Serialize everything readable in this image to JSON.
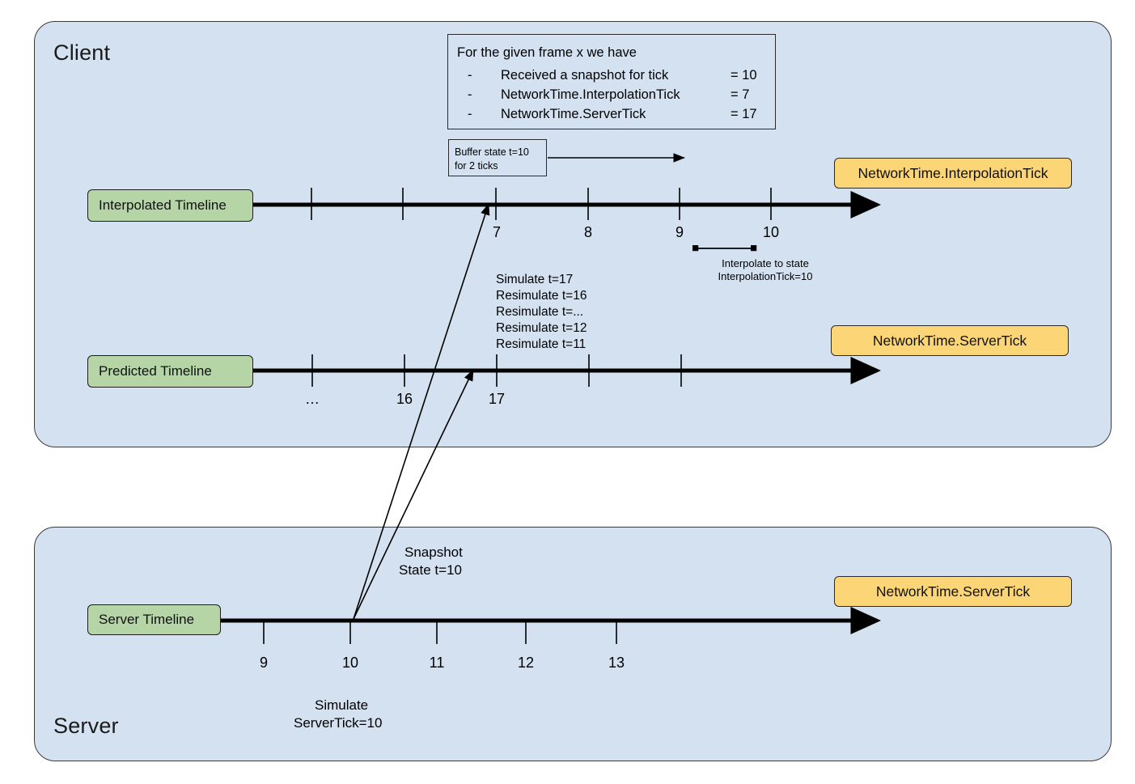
{
  "client": {
    "title": "Client",
    "frame_box": {
      "heading": "For the given frame x we have",
      "rows": [
        {
          "dash": "-",
          "name": "Received a snapshot for tick",
          "value": "= 10"
        },
        {
          "dash": "-",
          "name": "NetworkTime.InterpolationTick",
          "value": "= 7"
        },
        {
          "dash": "-",
          "name": "NetworkTime.ServerTick",
          "value": "= 17"
        }
      ]
    },
    "buffer_box": {
      "line1": "Buffer state t=10",
      "line2": "for 2 ticks"
    },
    "interpolated": {
      "label": "Interpolated Timeline",
      "end_label": "NetworkTime.InterpolationTick",
      "ticks": [
        "",
        "",
        "7",
        "8",
        "9",
        "10"
      ],
      "interpolate_note_line1": "Interpolate to state",
      "interpolate_note_line2": "InterpolationTick=10"
    },
    "predicted": {
      "label": "Predicted Timeline",
      "end_label": "NetworkTime.ServerTick",
      "ticks": [
        "…",
        "16",
        "17",
        "",
        ""
      ],
      "simulate_lines": [
        "Simulate t=17",
        "Resimulate t=16",
        "Resimulate t=...",
        "Resimulate t=12",
        "Resimulate t=11"
      ]
    }
  },
  "server": {
    "title": "Server",
    "timeline": {
      "label": "Server Timeline",
      "end_label": "NetworkTime.ServerTick",
      "ticks": [
        "9",
        "10",
        "11",
        "12",
        "13"
      ]
    },
    "snapshot_note_line1": "Snapshot",
    "snapshot_note_line2": "State t=10",
    "simulate_note_line1": "Simulate",
    "simulate_note_line2": "ServerTick=10"
  },
  "colors": {
    "panel_bg": "#d4e1f0",
    "green": "#b5d5a7",
    "yellow": "#fcd676",
    "stroke": "#000000",
    "page_bg": "#ffffff"
  }
}
